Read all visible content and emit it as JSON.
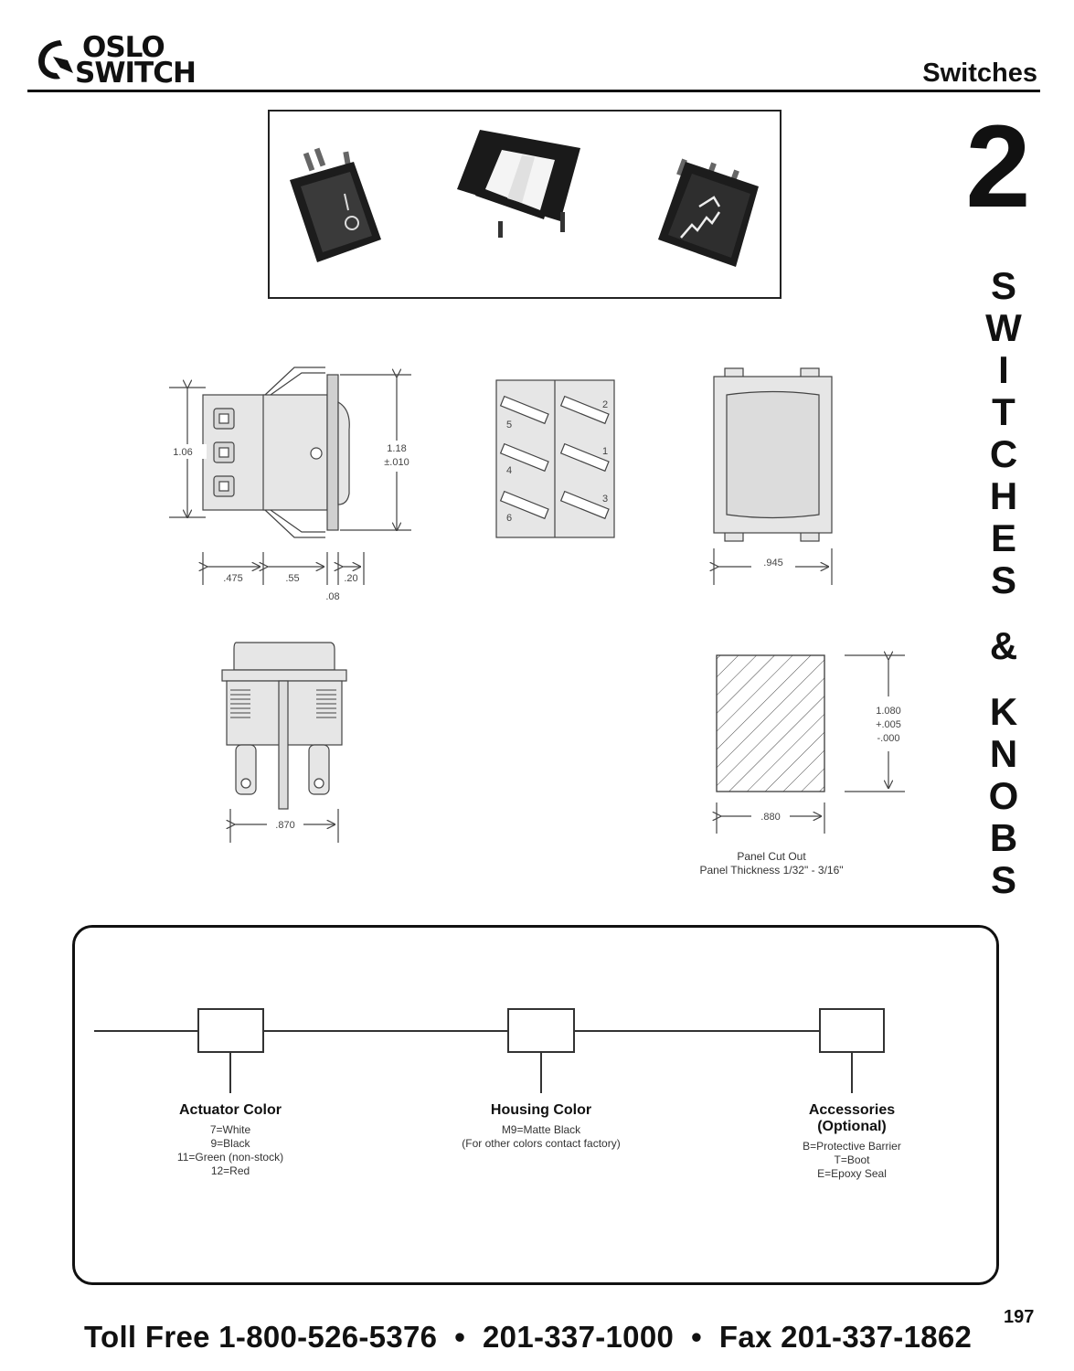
{
  "header": {
    "logo": {
      "line1": "OSLO",
      "line2": "SWITCH"
    },
    "section": "Switches"
  },
  "chapter": {
    "number": "2",
    "vertical_title": [
      "S",
      "W",
      "I",
      "T",
      "C",
      "H",
      "E",
      "S",
      "&",
      "K",
      "N",
      "O",
      "B",
      "S"
    ]
  },
  "photos": [
    {
      "name": "rocker-switch-on-off",
      "color": "#222222"
    },
    {
      "name": "rocker-switch-white-actuator",
      "color": "#f2f2f2"
    },
    {
      "name": "rocker-switch-wiper-symbol",
      "color": "#222222"
    }
  ],
  "drawings": {
    "side_view": {
      "height_label": "1.06",
      "actuator_height_line1": "1.18",
      "actuator_height_line2": "±.010",
      "dim_a": ".475",
      "dim_b": ".55",
      "dim_c": ".20",
      "dim_d": ".08"
    },
    "terminal_view": {
      "pins": [
        "5",
        "4",
        "6",
        "2",
        "1",
        "3"
      ]
    },
    "front_view": {
      "width_label": ".945"
    },
    "bottom_view": {
      "width_label": ".870"
    },
    "panel_cutout": {
      "height_line1": "1.080",
      "height_line2": "+.005",
      "height_line3": "-.000",
      "width_label": ".880",
      "caption_line1": "Panel Cut Out",
      "caption_line2": "Panel Thickness 1/32\" - 3/16\""
    }
  },
  "part_number": {
    "fields": [
      {
        "title": "Actuator Color",
        "lines": [
          "7=White",
          "9=Black",
          "11=Green (non-stock)",
          "12=Red"
        ]
      },
      {
        "title": "Housing Color",
        "lines": [
          "M9=Matte Black",
          "(For other colors contact factory)"
        ]
      },
      {
        "title_line1": "Accessories",
        "title_line2": "(Optional)",
        "lines": [
          "B=Protective Barrier",
          "T=Boot",
          "E=Epoxy Seal"
        ]
      }
    ]
  },
  "footer": {
    "page_number": "197",
    "contact": "Toll Free 1-800-526-5376  •  201-337-1000  •  Fax 201-337-1862"
  }
}
